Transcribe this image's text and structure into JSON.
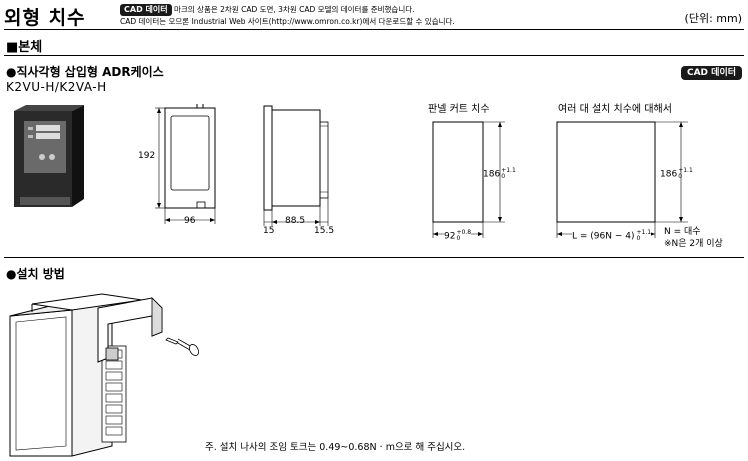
{
  "header": {
    "title": "외형 치수",
    "badge_top": "CAD 데이터",
    "note_line1": "마크의 상품은 2차원 CAD 도면, 3차원 CAD 모델의 데이터를 준비했습니다.",
    "note_line2": "CAD 데이터는 오므론 Industrial Web 사이트(http://www.omron.co.kr)에서 다운로드할 수 있습니다.",
    "unit": "(단위: mm)"
  },
  "body_section": {
    "heading": "■본체",
    "product_title": "●직사각형 삽입형  ADR케이스",
    "model": "K2VU-H/K2VA-H",
    "cad_badge": "CAD 데이터"
  },
  "dimensions": {
    "height": "192",
    "width": "96",
    "side_left": "15",
    "side_depth": "88.5",
    "side_right": "15.5"
  },
  "panel_cutout": {
    "title": "판넬 커트 치수",
    "height_label": "186",
    "height_tol_upper": "+1.1",
    "height_tol_lower": "0",
    "width_label": "92",
    "width_tol_upper": "+0.8",
    "width_tol_lower": "0"
  },
  "multi_install": {
    "title": "여러 대 설치 치수에 대해서",
    "height_label": "186",
    "height_tol_upper": "+1.1",
    "height_tol_lower": "0",
    "width_label": "L = (96N − 4)",
    "width_tol_upper": "+1.1",
    "width_tol_lower": "0",
    "n_def": "N = 대수",
    "n_note": "※N은 2개 이상"
  },
  "install_section": {
    "heading": "●설치 방법",
    "note": "주.   설치 나사의 조임 토크는 0.49~0.68N · m으로 해 주십시오."
  }
}
